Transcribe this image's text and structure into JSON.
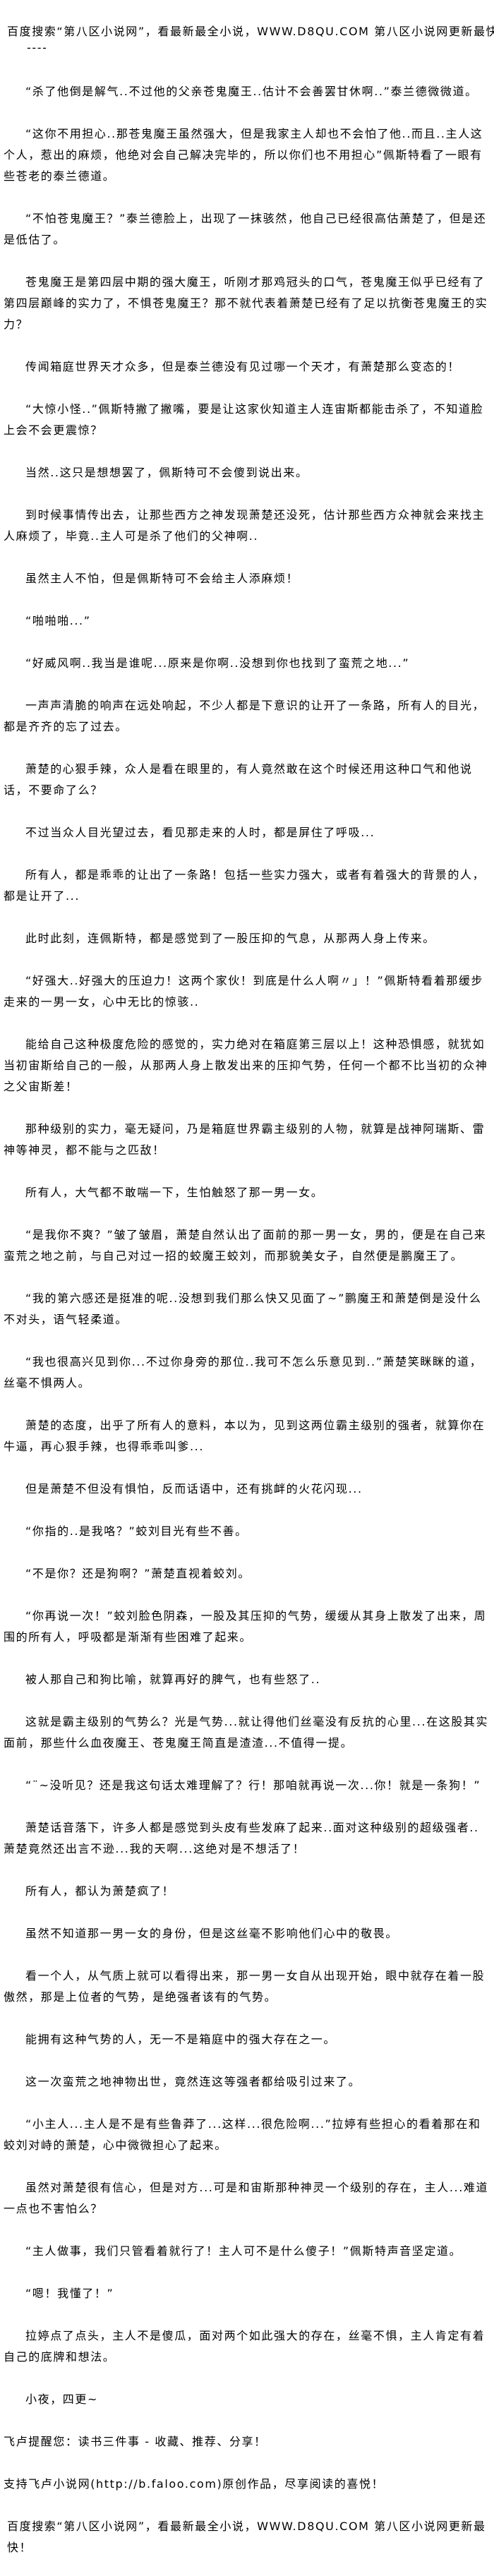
{
  "banner": {
    "text": "百度搜索“第八区小说网”，看最新最全小说，WWW.D8QU.COM   第八区小说网更新最快！",
    "divider": "----"
  },
  "content": {
    "paragraphs": [
      "“杀了他倒是解气..不过他的父亲苍鬼魔王..估计不会善罢甘休啊..”泰兰德微微道。",
      "“这你不用担心..那苍鬼魔王虽然强大，但是我家主人却也不会怕了他..而且..主人这个人，惹出的麻烦，他绝对会自己解决完毕的，所以你们也不用担心”佩斯特看了一眼有些苍老的泰兰德道。",
      "“不怕苍鬼魔王？”泰兰德脸上，出现了一抹骇然，他自己已经很高估萧楚了，但是还是低估了。",
      "苍鬼魔王是第四层中期的强大魔王，听刚才那鸡冠头的口气，苍鬼魔王似乎已经有了第四层巅峰的实力了，不惧苍鬼魔王？那不就代表着萧楚已经有了足以抗衡苍鬼魔王的实力？",
      "传闻箱庭世界天才众多，但是泰兰德没有见过哪一个天才，有萧楚那么变态的！",
      "“大惊小怪..”佩斯特撇了撇嘴，要是让这家伙知道主人连宙斯都能击杀了，不知道脸上会不会更震惊？",
      "当然..这只是想想罢了，佩斯特可不会傻到说出来。",
      "到时候事情传出去，让那些西方之神发现萧楚还没死，估计那些西方众神就会来找主人麻烦了，毕竟..主人可是杀了他们的父神啊..",
      "虽然主人不怕，但是佩斯特可不会给主人添麻烦！",
      "“啪啪啪...”",
      "“好威风啊..我当是谁呢...原来是你啊..没想到你也找到了蛮荒之地...”",
      "一声声清脆的响声在远处响起，不少人都是下意识的让开了一条路，所有人的目光，都是齐齐的忘了过去。",
      "萧楚的心狠手辣，众人是看在眼里的，有人竟然敢在这个时候还用这种口气和他说话，不要命了么？",
      "不过当众人目光望过去，看见那走来的人时，都是屏住了呼吸...",
      "所有人，都是乖乖的让出了一条路！包括一些实力强大，或者有着强大的背景的人，都是让开了...",
      "此时此刻，连佩斯特，都是感觉到了一股压抑的气息，从那两人身上传来。",
      "“好强大..好强大的压迫力！这两个家伙！到底是什么人啊〃」！”佩斯特看着那缓步走来的一男一女，心中无比的惊骇..",
      "能给自己这种极度危险的感觉的，实力绝对在箱庭第三层以上！这种恐惧感，就犹如当初宙斯给自己的一般，从那两人身上散发出来的压抑气势，任何一个都不比当初的众神之父宙斯差！",
      "那种级别的实力，毫无疑问，乃是箱庭世界霸主级别的人物，就算是战神阿瑞斯、雷神等神灵，都不能与之匹敌！",
      "所有人，大气都不敢喘一下，生怕触怒了那一男一女。",
      "“是我你不爽？”皱了皱眉，萧楚自然认出了面前的那一男一女，男的，便是在自己来蛮荒之地之前，与自己对过一招的蛟魔王蛟刘，而那貌美女子，自然便是鹏魔王了。",
      "“我的第六感还是挺准的呢..没想到我们那么快又见面了~”鹏魔王和萧楚倒是没什么不对头，语气轻柔道。",
      "“我也很高兴见到你...不过你身旁的那位..我可不怎么乐意见到..”萧楚笑眯眯的道，丝毫不惧两人。",
      "萧楚的态度，出乎了所有人的意料，本以为，见到这两位霸主级别的强者，就算你在牛逼，再心狠手辣，也得乖乖叫爹...",
      "但是萧楚不但没有惧怕，反而话语中，还有挑衅的火花闪现...",
      "“你指的..是我咯？”蛟刘目光有些不善。",
      "“不是你？还是狗啊？”萧楚直视着蛟刘。",
      "“你再说一次！”蛟刘脸色阴森，一股及其压抑的气势，缓缓从其身上散发了出来，周围的所有人，呼吸都是渐渐有些困难了起来。",
      "被人那自己和狗比喻，就算再好的脾气，也有些怒了..",
      "这就是霸主级别的气势么？光是气势...就让得他们丝毫没有反抗的心里...在这股其实面前，那些什么血夜魔王、苍鬼魔王简直是渣渣...不值得一提。",
      "“¨~没听见？还是我这句话太难理解了？行！那咱就再说一次...你！就是一条狗！”",
      "萧楚话音落下，许多人都是感觉到头皮有些发麻了起来..面对这种级别的超级强者..萧楚竟然还出言不逊...我的天啊...这绝对是不想活了！",
      "所有人，都认为萧楚疯了！",
      "虽然不知道那一男一女的身份，但是这丝毫不影响他们心中的敬畏。",
      "看一个人，从气质上就可以看得出来，那一男一女自从出现开始，眼中就存在着一股傲然，那是上位者的气势，是绝强者该有的气势。",
      "能拥有这种气势的人，无一不是箱庭中的强大存在之一。",
      "这一次蛮荒之地神物出世，竟然连这等强者都给吸引过来了。",
      "“小主人...主人是不是有些鲁莽了...这样...很危险啊...”拉婷有些担心的看着那在和蛟刘对峙的萧楚，心中微微担心了起来。",
      "虽然对萧楚很有信心，但是对方...可是和宙斯那种神灵一个级别的存在，主人...难道一点也不害怕么？",
      "“主人做事，我们只管看着就行了！主人可不是什么傻子！”佩斯特声音坚定道。",
      "“嗯！我懂了！”",
      "拉婷点了点头，主人不是傻瓜，面对两个如此强大的存在，丝毫不惧，主人肯定有着自己的底牌和想法。",
      "小夜，四更~"
    ]
  },
  "footer": {
    "reminder": "飞卢提醒您：读书三件事 - 收藏、推荐、分享！",
    "support": "支持飞卢小说网(http://b.faloo.com)原创作品，尽享阅读的喜悦！",
    "banner": "百度搜索“第八区小说网”，看最新最全小说，WWW.D8QU.COM   第八区小说网更新最快！"
  }
}
